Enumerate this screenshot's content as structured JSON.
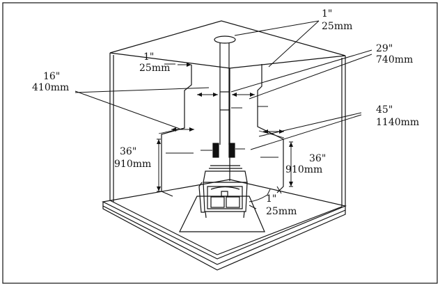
{
  "labels": {
    "ceiling_clearance_in": "1\"",
    "ceiling_clearance_mm": "25mm",
    "left_upper_in": "1\"",
    "left_upper_mm": "25mm",
    "pipe_wall_in": "29\"",
    "pipe_wall_mm": "740mm",
    "left_side_in": "16\"",
    "left_side_mm": "410mm",
    "corner_in": "45\"",
    "corner_mm": "1140mm",
    "left_height_in": "36\"",
    "left_height_mm": "910mm",
    "right_height_in": "36\"",
    "right_height_mm": "910mm",
    "floor_in": "1\"",
    "floor_mm": "25mm"
  }
}
